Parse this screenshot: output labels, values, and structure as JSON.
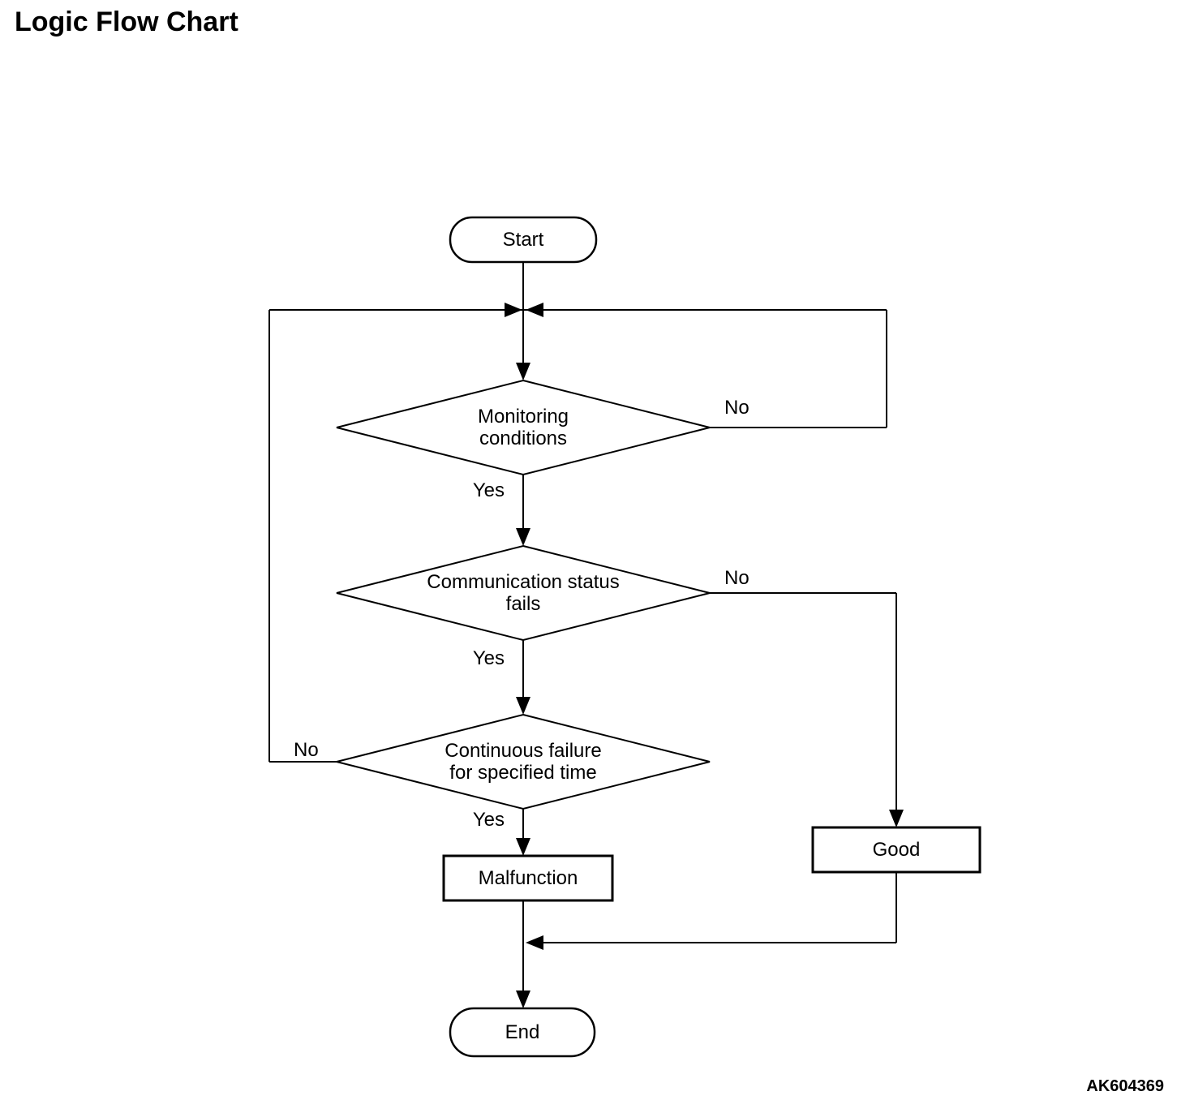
{
  "page": {
    "title": "Logic Flow Chart",
    "figure_code": "AK604369",
    "colors": {
      "background": "#ffffff",
      "line": "#000000",
      "text": "#000000"
    }
  },
  "flowchart": {
    "nodes": {
      "start": {
        "type": "terminator",
        "label": "Start"
      },
      "monitoring": {
        "type": "decision",
        "line1": "Monitoring",
        "line2": "conditions"
      },
      "comm_status": {
        "type": "decision",
        "line1": "Communication status",
        "line2": "fails"
      },
      "continuous_failure": {
        "type": "decision",
        "line1": "Continuous failure",
        "line2": "for specified time"
      },
      "malfunction": {
        "type": "process",
        "label": "Malfunction"
      },
      "good": {
        "type": "process",
        "label": "Good"
      },
      "end": {
        "type": "terminator",
        "label": "End"
      }
    },
    "edge_labels": {
      "monitoring_yes": "Yes",
      "monitoring_no": "No",
      "comm_yes": "Yes",
      "comm_no": "No",
      "continuous_yes": "Yes",
      "continuous_no": "No"
    }
  }
}
